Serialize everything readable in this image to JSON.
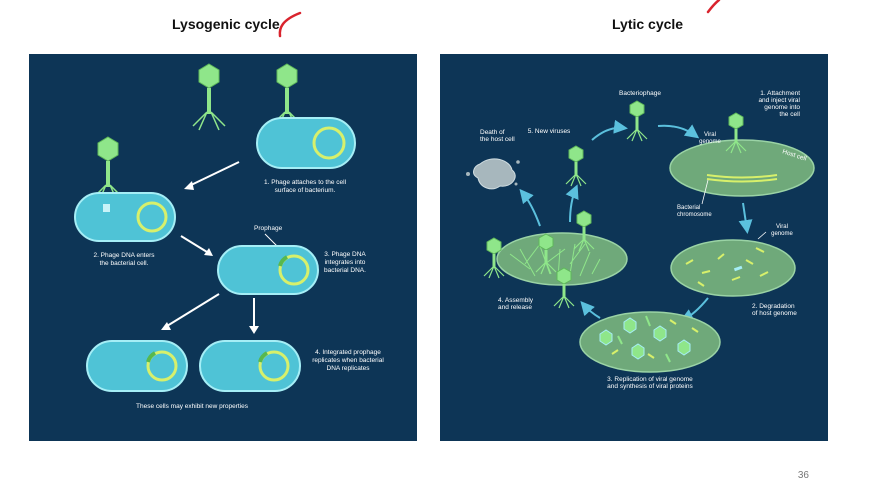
{
  "slide": {
    "lysogenic_title": "Lysogenic cycle",
    "lytic_title": "Lytic cycle",
    "page_number": "36",
    "annotation_color": "#d9232d"
  },
  "lysogenic": {
    "background": "#0d3556",
    "cell_color": "#4fc3d6",
    "phage_color": "#8fe68a",
    "step1": [
      "1. Phage attaches to the cell",
      "surface of bacterium."
    ],
    "step2": [
      "2. Phage DNA enters",
      "the bacterial cell."
    ],
    "prophage_label": "Prophage",
    "step3": [
      "3. Phage DNA",
      "integrates into",
      "bacterial DNA."
    ],
    "step4": [
      "4. Integrated prophage",
      "replicates when bacterial",
      "DNA replicates"
    ],
    "footer": "These cells may exhibit new properties"
  },
  "lytic": {
    "background": "#0d3556",
    "cell_color": "#6fa97a",
    "bacteriophage_label": "Bacteriophage",
    "step1": [
      "1. Attachment",
      "and inject viral",
      "genome into",
      "the cell"
    ],
    "viral_genome_label": [
      "Viral",
      "genome"
    ],
    "host_cell_label": "Host cell",
    "bacterial_chromosome_label": [
      "Bacterial",
      "chromosome"
    ],
    "viral_genome_label2": [
      "Viral",
      "genome"
    ],
    "step2": [
      "2. Degradation",
      "of host genome"
    ],
    "step3": [
      "3. Replication of viral genome",
      "and synthesis of viral proteins"
    ],
    "step4": [
      "4. Assembly",
      "and release"
    ],
    "step5": "5. New viruses",
    "death_label": [
      "Death of",
      "the host cell"
    ]
  }
}
